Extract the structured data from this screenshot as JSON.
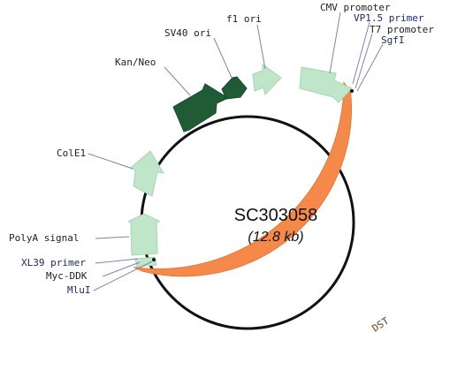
{
  "plasmid": {
    "name": "SC303058",
    "size": "(12.8 kb)"
  },
  "colors": {
    "backbone": "#111111",
    "light_feature": "#bfe6c9",
    "dark_feature": "#1f5c36",
    "insert": "#f5894a",
    "label_dark": "#222222",
    "label_blue": "#1a2a6c",
    "leader": "#7b86b0"
  },
  "labels": {
    "cmv": "CMV promoter",
    "vp15": "VP1.5 primer",
    "t7": "T7 promoter",
    "sgfi": "SgfI",
    "f1": "f1 ori",
    "sv40": "SV40 ori",
    "kanneo": "Kan/Neo",
    "cole1": "ColE1",
    "polya": "PolyA signal",
    "xl39": "XL39 primer",
    "mycddk": "Myc-DDK",
    "mlui": "MluI",
    "dst": "DST"
  }
}
